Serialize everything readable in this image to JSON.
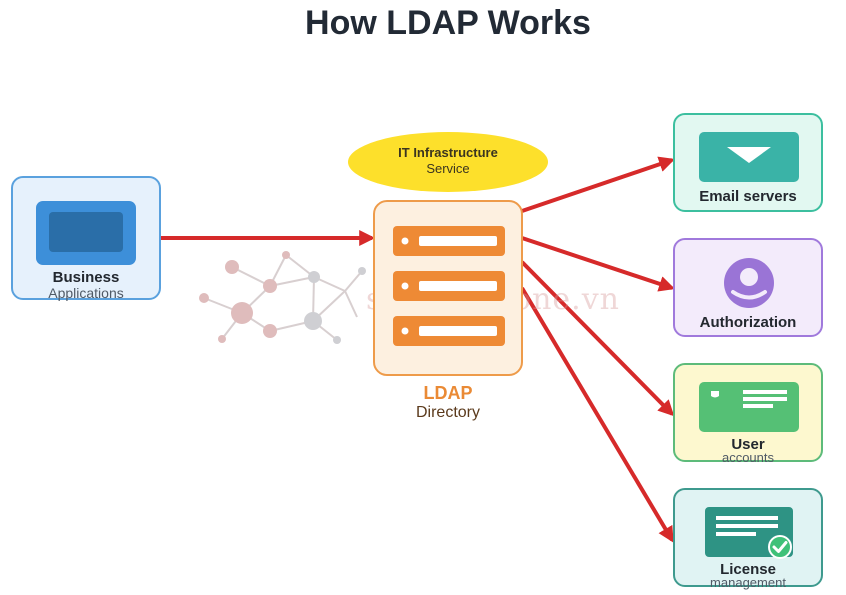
{
  "title": "How LDAP Works",
  "watermark": "securityzone.vn",
  "nodes": {
    "business": {
      "bold": "Business",
      "sub": "Applications"
    },
    "it_service": {
      "bold": "IT Infrastructure",
      "sub": "Service"
    },
    "ldap": {
      "bold": "LDAP",
      "sub": "Directory"
    },
    "email": {
      "bold": "Email servers"
    },
    "authorization": {
      "bold": "Authorization"
    },
    "user": {
      "bold": "User",
      "sub": "accounts"
    },
    "license": {
      "bold": "License",
      "sub": "management"
    }
  },
  "colors": {
    "arrow": "#d62a2a",
    "business": "#3d8fd9",
    "ldap": "#ee8a35",
    "email": "#3ab3a7",
    "authorization": "#9a74d6",
    "user": "#55c075",
    "license": "#2e9384",
    "it_service": "#fde02b"
  },
  "icons": {
    "business": "monitor-icon",
    "ldap": "server-rack-icon",
    "email": "envelope-icon",
    "authorization": "user-avatar-icon",
    "user": "id-card-icon",
    "license": "certificate-check-icon",
    "network": "network-graph-icon"
  }
}
